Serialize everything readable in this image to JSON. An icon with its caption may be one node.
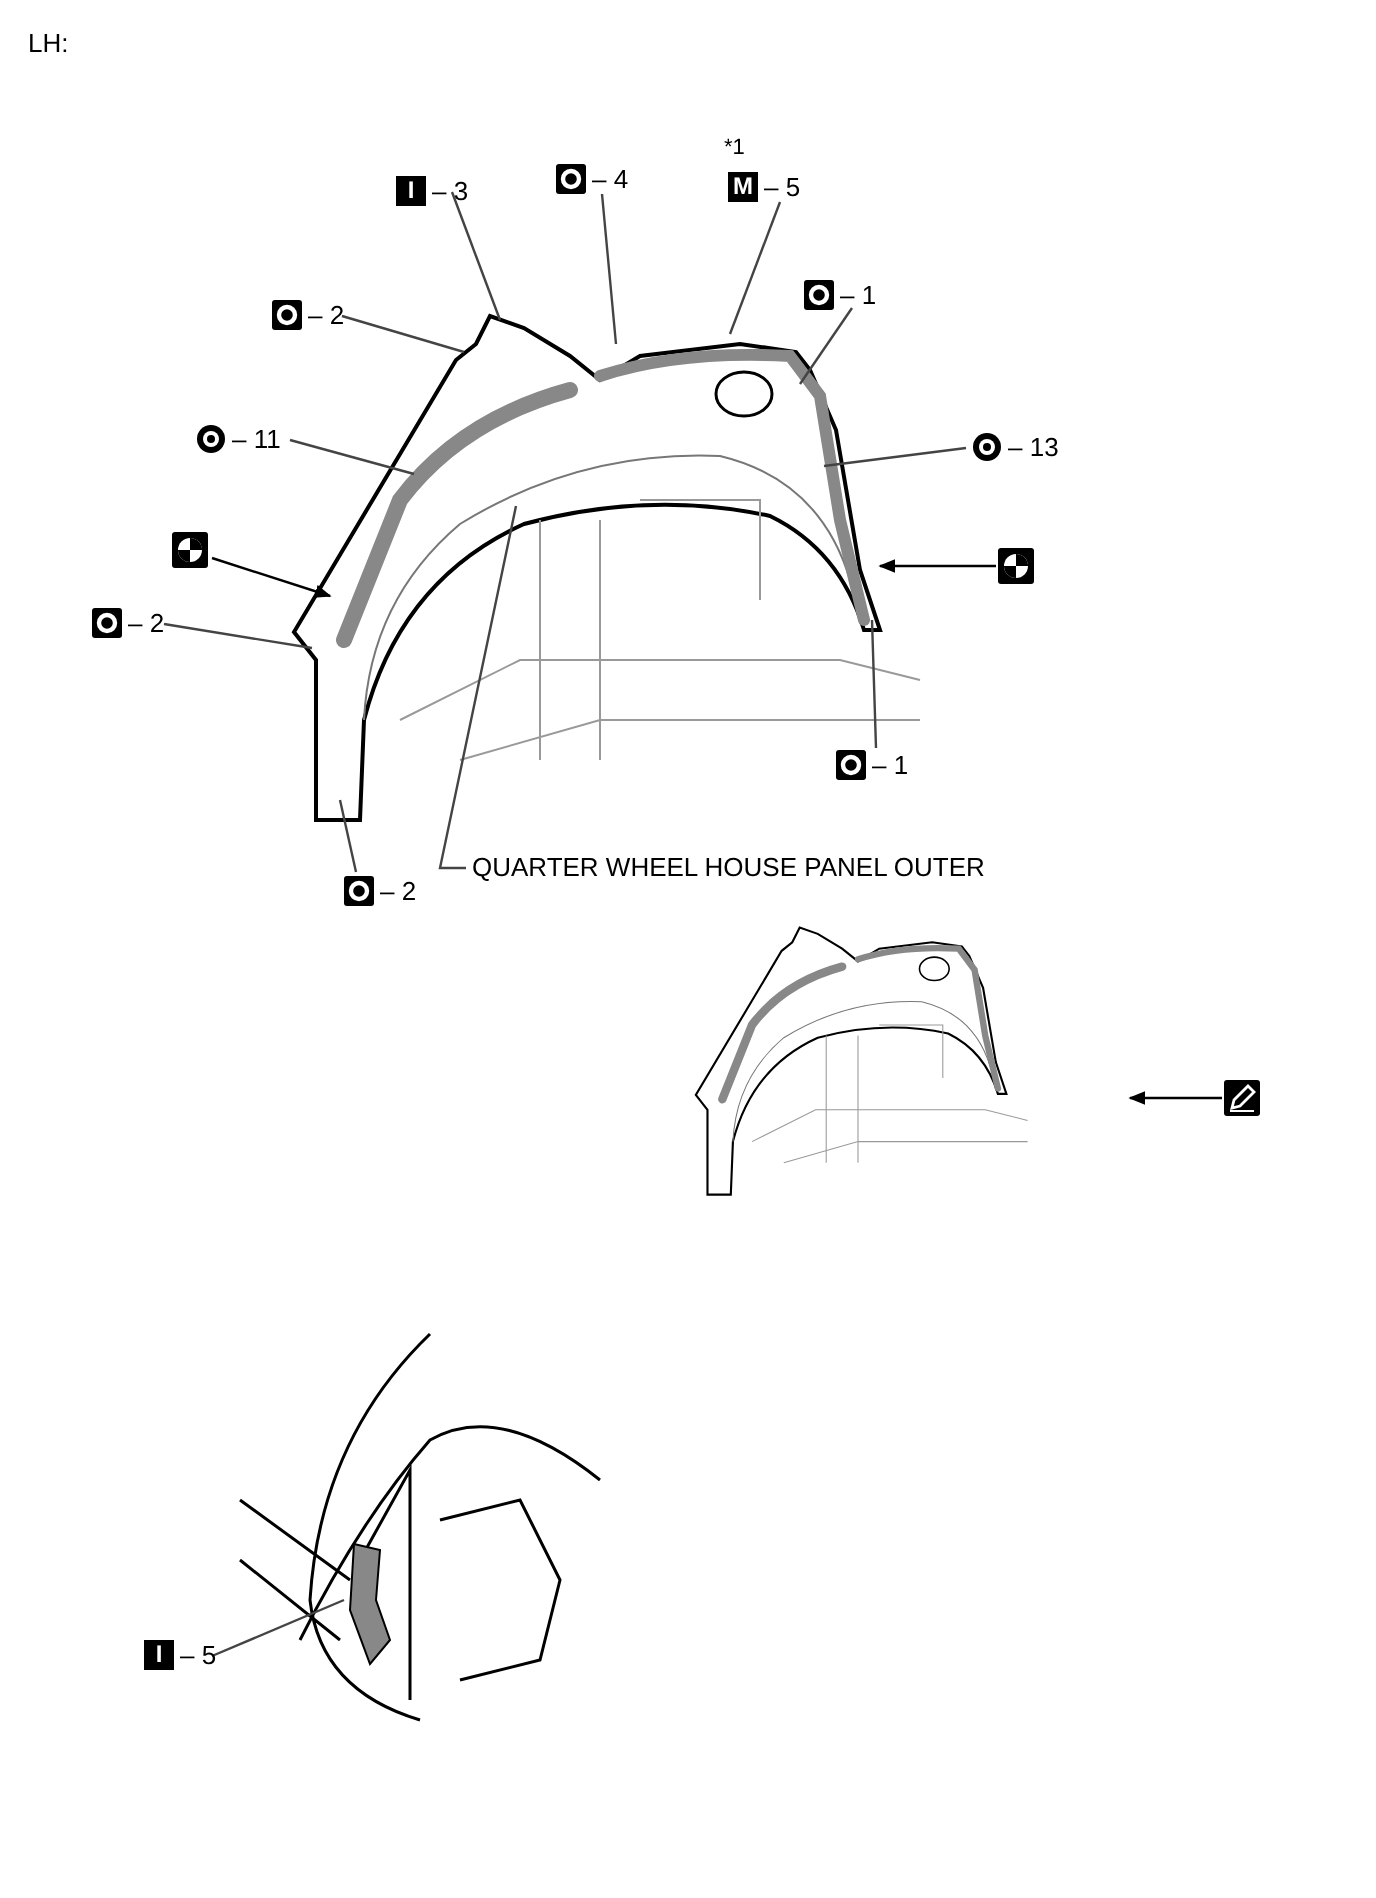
{
  "diagram": {
    "nodes": [
      {
        "text": [
          "I",
          "– 3"
        ]
      },
      {
        "text": [
          "– 4"
        ]
      },
      {
        "text": [
          "M",
          "– 5"
        ],
        "beside": [
          "*1"
        ]
      },
      {
        "text": [
          "– 2"
        ]
      },
      {
        "text": [
          "– 1"
        ]
      },
      {
        "text": [
          "– 11"
        ]
      },
      {
        "text": [
          "– 13"
        ]
      },
      {
        "text": [],
        "shape": "picture"
      },
      {
        "text": [],
        "shape": "picture"
      },
      {
        "text": [
          "– 2"
        ]
      },
      {
        "text": [
          "– 1"
        ]
      },
      {
        "text": [
          "– 2"
        ]
      },
      {
        "text": [
          "QUARTER WHEEL HOUSE PANEL OUTER"
        ]
      },
      {
        "text": [],
        "shape": "picture"
      },
      {
        "text": [
          "I",
          "– 5"
        ]
      }
    ],
    "edges": [
      {
        "from": 0,
        "to": null,
        "arrow": "none"
      },
      {
        "from": 1,
        "to": null,
        "arrow": "none"
      },
      {
        "from": 2,
        "to": null,
        "arrow": "none"
      },
      {
        "from": 3,
        "to": null,
        "arrow": "none"
      },
      {
        "from": 4,
        "to": null,
        "arrow": "none"
      },
      {
        "from": 5,
        "to": null,
        "arrow": "none"
      },
      {
        "from": 6,
        "to": null,
        "arrow": "none"
      },
      {
        "from": 7,
        "to": null,
        "arrow": "to"
      },
      {
        "from": 8,
        "to": null,
        "arrow": "to"
      },
      {
        "from": 9,
        "to": null,
        "arrow": "none"
      },
      {
        "from": 10,
        "to": null,
        "arrow": "none"
      },
      {
        "from": 11,
        "to": null,
        "arrow": "none"
      },
      {
        "from": 12,
        "to": null,
        "arrow": "none"
      },
      {
        "from": 13,
        "to": null,
        "arrow": "to"
      },
      {
        "from": 14,
        "to": null,
        "arrow": "none"
      }
    ],
    "labels": [
      "LH:"
    ]
  }
}
